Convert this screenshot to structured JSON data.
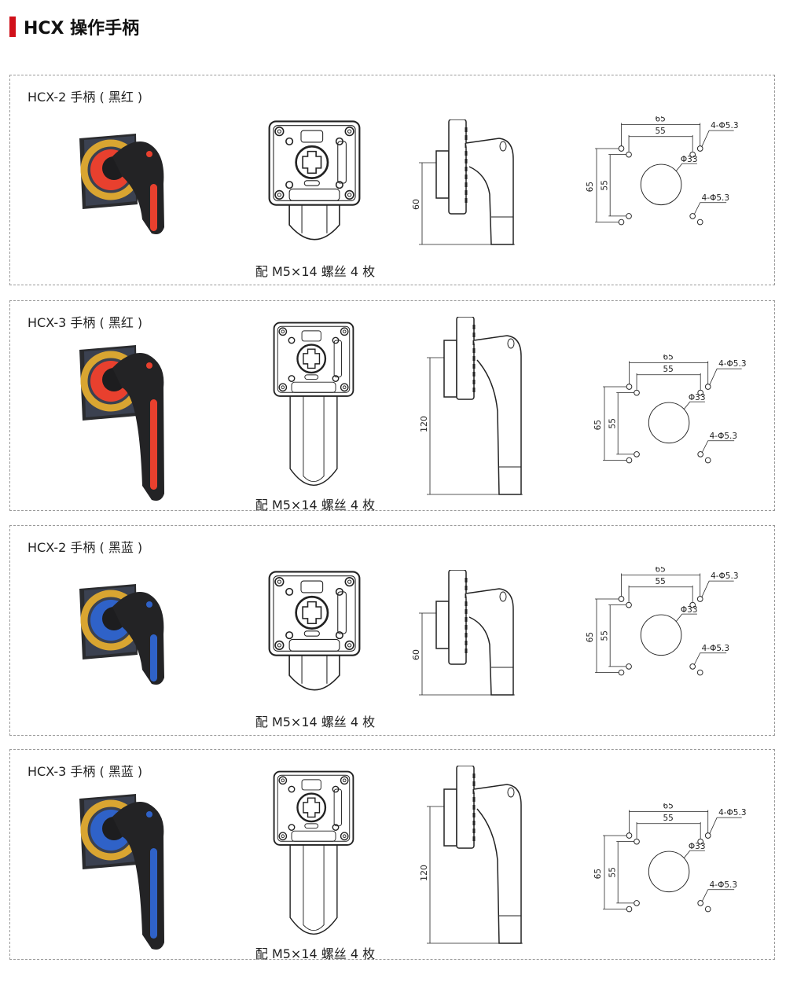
{
  "page_title": "HCX 操作手柄",
  "accent_color": "#d0101a",
  "dims": {
    "outer": "65",
    "inner": "55",
    "hole": "Φ33",
    "bolt": "4-Φ5.3"
  },
  "panels": [
    {
      "label": "HCX-2 手柄 ( 黑红 )",
      "caption": "配 M5×14 螺丝 4 枚",
      "height_dim": "60",
      "variant": "short",
      "color": "#e8402e"
    },
    {
      "label": "HCX-3 手柄 ( 黑红 )",
      "caption": "配 M5×14 螺丝 4 枚",
      "height_dim": "120",
      "variant": "long",
      "color": "#e8402e"
    },
    {
      "label": "HCX-2 手柄 ( 黑蓝 )",
      "caption": "配 M5×14 螺丝 4 枚",
      "height_dim": "60",
      "variant": "short",
      "color": "#2f62c8"
    },
    {
      "label": "HCX-3 手柄 ( 黑蓝 )",
      "caption": "配 M5×14 螺丝 4 枚",
      "height_dim": "120",
      "variant": "long",
      "color": "#2f62c8"
    }
  ]
}
